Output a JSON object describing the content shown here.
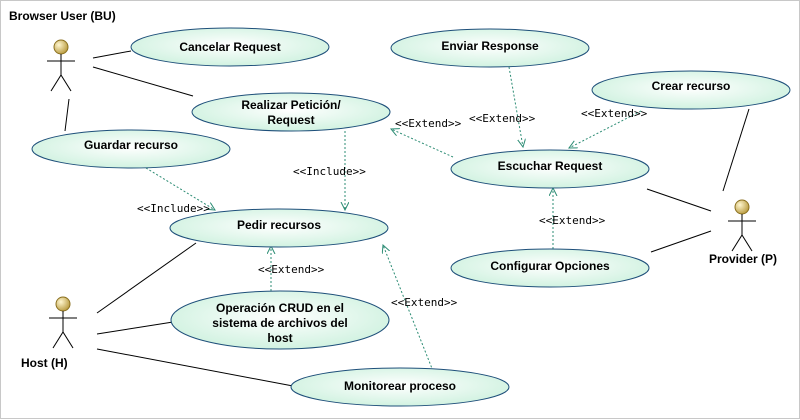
{
  "diagram": {
    "title": "Browser User (BU)",
    "actors": {
      "browser_user": "",
      "host": "Host (H)",
      "provider": "Provider (P)"
    },
    "use_cases": {
      "cancelar": [
        "Cancelar Request"
      ],
      "realizar": [
        "Realizar Petición/",
        "Request"
      ],
      "guardar": [
        "Guardar recurso"
      ],
      "pedir": [
        "Pedir recursos"
      ],
      "operacion": [
        "Operación CRUD en el",
        "sistema de archivos del",
        "host"
      ],
      "monitorear": [
        "Monitorear proceso"
      ],
      "enviar": [
        "Enviar Response"
      ],
      "escuchar": [
        "Escuchar Request"
      ],
      "crear": [
        "Crear recurso"
      ],
      "configurar": [
        "Configurar Opciones"
      ]
    },
    "relations": {
      "include": "<<Include>>",
      "extend": "<<Extend>>"
    },
    "colors": {
      "usecase_fill": "#d7f5e6",
      "usecase_stroke": "#1e4f7a",
      "actor_fill": "#d8c173",
      "line": "#000000",
      "dashed_line": "#2c8c74"
    }
  }
}
